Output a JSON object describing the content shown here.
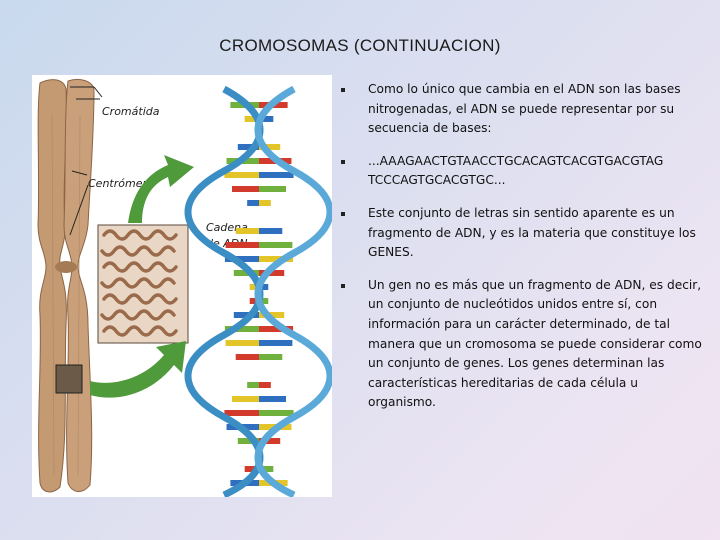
{
  "slide": {
    "title": "CROMOSOMAS (CONTINUACION)"
  },
  "figure": {
    "label_chromatid": "Cromátida",
    "label_centromere": "Centrómero",
    "label_dna_chain_line1": "Cadena",
    "label_dna_chain_line2": "de ADN"
  },
  "bullets": [
    {
      "text": "Como lo único que cambia en el ADN son las bases nitrogenadas, el ADN se puede representar por su secuencia de bases:"
    },
    {
      "text": "...AAAGAACTGTAACCTGCACAGTCACGTGACGTAG TCCCAGTGCACGTGC..."
    },
    {
      "text": "Este conjunto de letras sin sentido aparente es un fragmento de ADN, y es la materia que constituye los GENES."
    },
    {
      "text": "Un gen no es más que un fragmento de ADN, es decir, un conjunto de nucleótidos unidos entre sí, con información para un carácter determinado, de tal manera que un cromosoma se puede considerar como un conjunto de genes. Los genes determinan las características hereditarias de cada célula u organismo."
    }
  ],
  "colors": {
    "chromosome": "#c49a73",
    "dna_strand": "#3a8ec4",
    "arrow": "#4f9a3a",
    "base_red": "#d23a2c",
    "base_green": "#6fb13c",
    "base_blue": "#2f6fc0",
    "base_yellow": "#e3c52a"
  }
}
